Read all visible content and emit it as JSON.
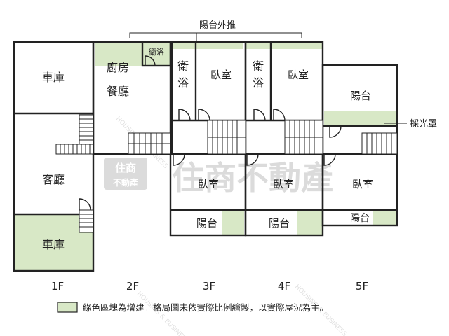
{
  "top_label": "陽台外推",
  "callout_label": "採光罩",
  "watermark": {
    "logo_top": "住商",
    "logo_bottom": "不動產",
    "big": "住商不動產",
    "diag": "HOUSING & BUSINESS"
  },
  "floors": {
    "f1": "1F",
    "f2": "2F",
    "f3": "3F",
    "f4": "4F",
    "f5": "5F"
  },
  "rooms": {
    "f1_garage_top": "車庫",
    "f1_living": "客廳",
    "f1_garage_bottom": "車庫",
    "f2_kitchen": "廚房",
    "f2_dining": "餐廳",
    "f2_bath": "衛浴",
    "f3_bath_a": "衛",
    "f3_bath_b": "浴",
    "f3_bedroom_top": "臥室",
    "f3_bedroom_bottom": "臥室",
    "f3_balcony": "陽台",
    "f4_bath_a": "衛",
    "f4_bath_b": "浴",
    "f4_bedroom_top": "臥室",
    "f4_bedroom_bottom": "臥室",
    "f4_balcony": "陽台",
    "f5_balcony_top": "陽台",
    "f5_bedroom": "臥室",
    "f5_balcony_bottom": "陽台"
  },
  "legend": {
    "text": "綠色區塊為增建。格局圖未依實際比例繪製，以實際屋況為主。",
    "swatch_color": "#d8e8c6"
  },
  "colors": {
    "wall": "#222222",
    "green": "#d8e8c6",
    "watermark": "#c8c8c8"
  }
}
